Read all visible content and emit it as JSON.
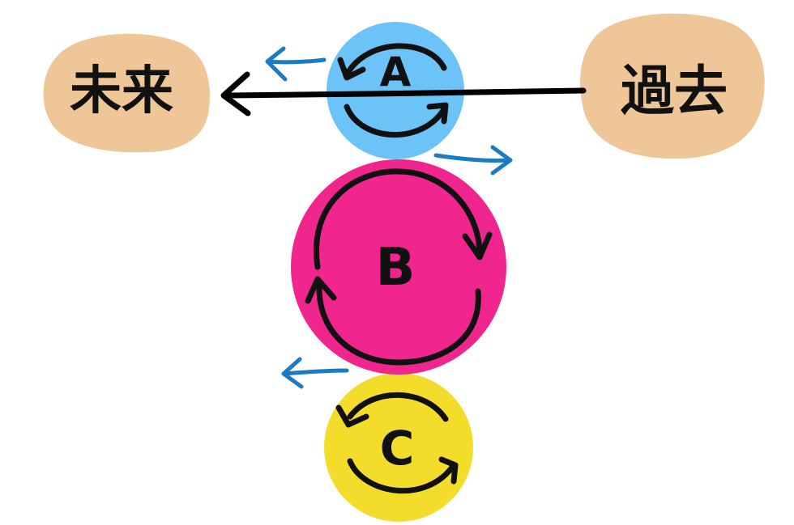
{
  "labels": {
    "future": "未来",
    "past": "過去"
  },
  "gears": {
    "a": "A",
    "b": "B",
    "c": "C"
  },
  "colors": {
    "blob": "#EEC698",
    "gear_a": "#6BC3F7",
    "gear_b": "#F0258E",
    "gear_c": "#F4DC2B",
    "motion_arrow": "#1C7BC2",
    "ink": "#111111"
  }
}
